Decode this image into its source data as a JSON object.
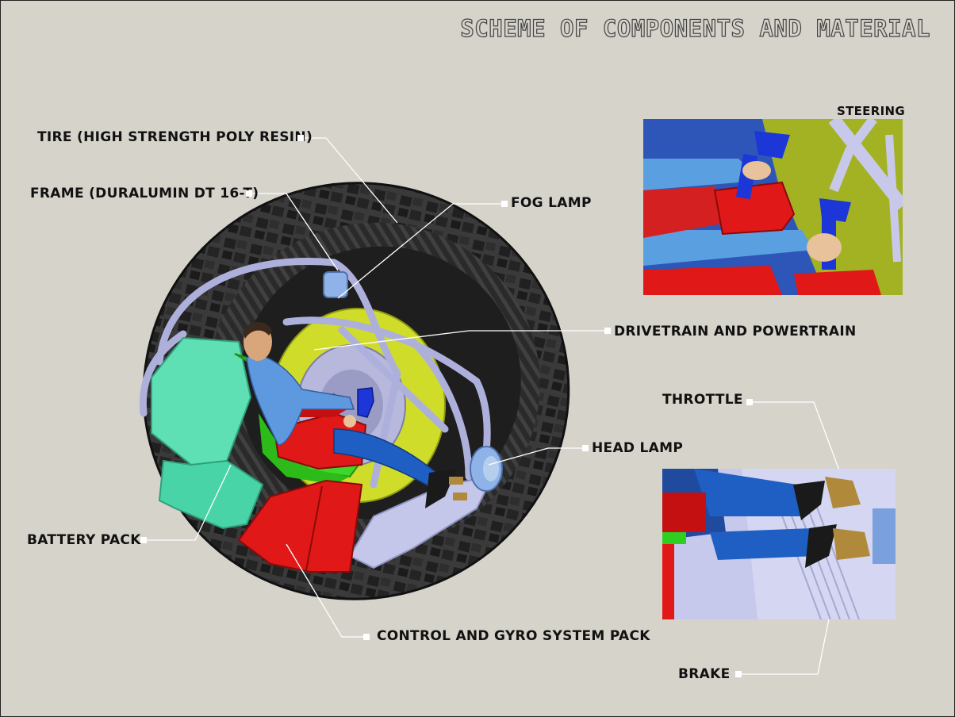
{
  "title": "SCHEME OF COMPONENTS AND MATERIAL",
  "labels": {
    "tire": "TIRE (HIGH STRENGTH POLY RESIN)",
    "frame": "FRAME (DURALUMIN DT 16-T)",
    "fog_lamp": "FOG LAMP",
    "drivetrain": "DRIVETRAIN AND POWERTRAIN",
    "head_lamp": "HEAD LAMP",
    "battery_pack": "BATTERY PACK",
    "control_pack": "CONTROL AND GYRO SYSTEM PACK",
    "steering": "STEERING",
    "throttle": "THROTTLE",
    "brake": "BRAKE"
  },
  "colors": {
    "background": "#d6d3cb",
    "tire": "#2b2b2b",
    "frame": "#aeb0dc",
    "drivetrain": "#cfdc2a",
    "battery": "#5ee0b4",
    "control_pack": "#e01818",
    "seat": "#3fd62a",
    "rider_suit": "#4a86d6",
    "controls": "#1c36d8"
  }
}
